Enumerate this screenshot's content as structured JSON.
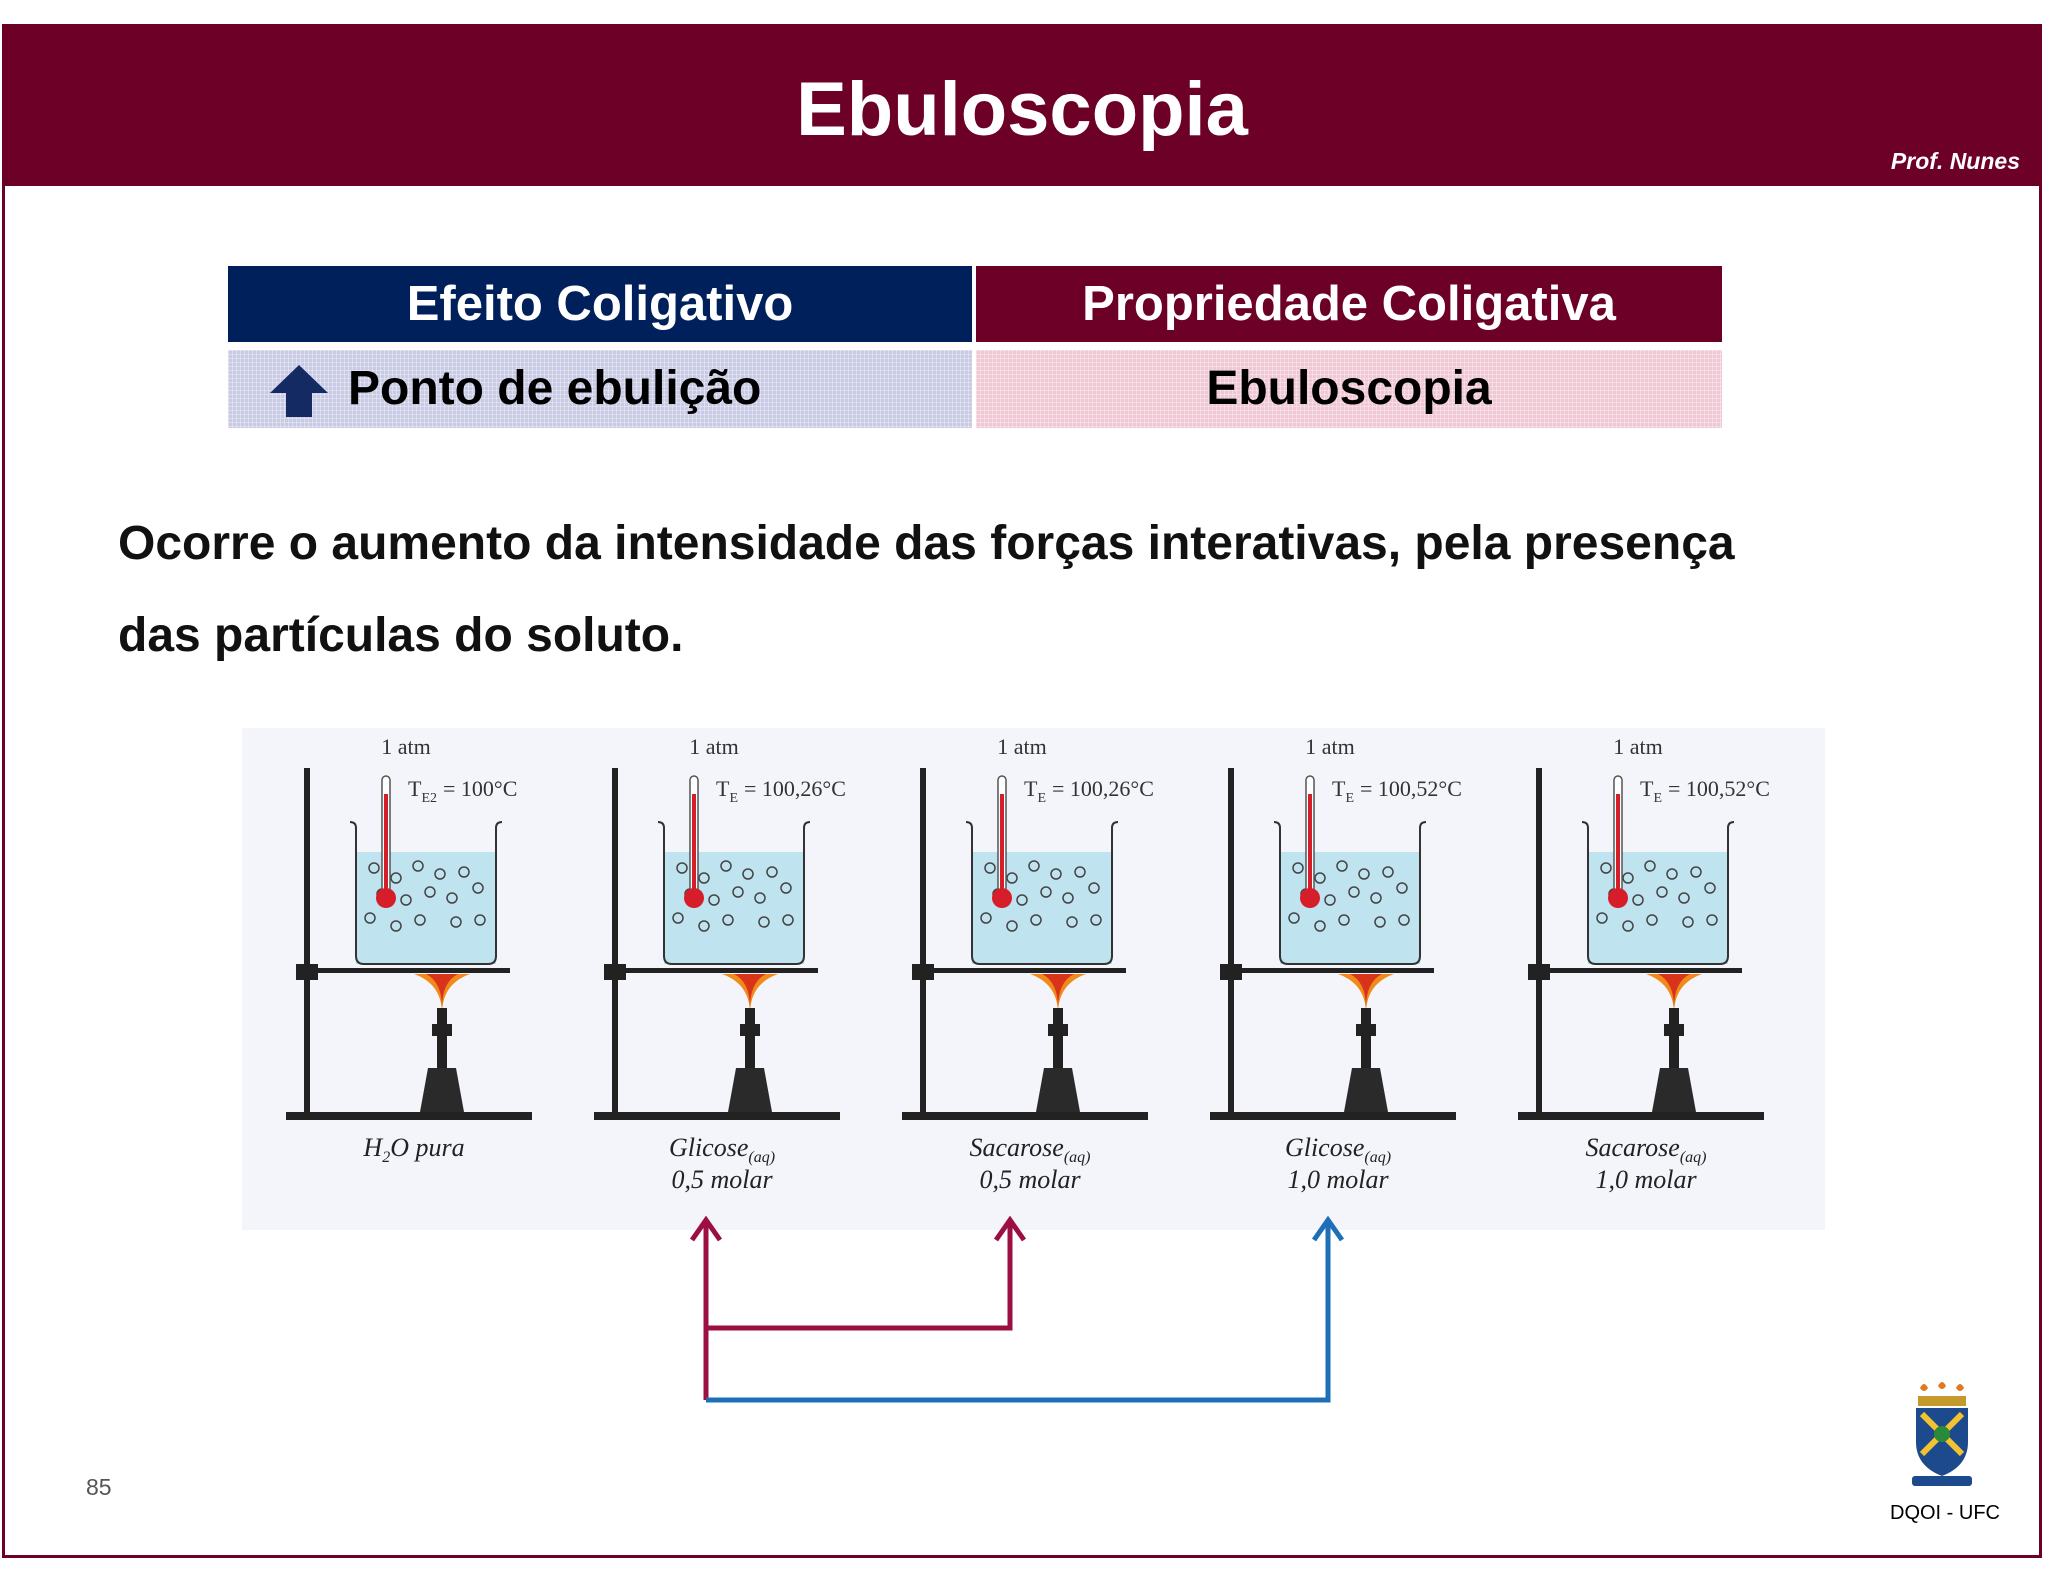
{
  "slide": {
    "title": "Ebuloscopia",
    "author": "Prof. Nunes",
    "page_number": "85",
    "department": "DQOI - UFC"
  },
  "table": {
    "header_left": "Efeito Coligativo",
    "header_right": "Propriedade Coligativa",
    "row_left": "Ponto de ebulição",
    "row_right": "Ebuloscopia",
    "row_left_icon": "up-arrow-icon"
  },
  "body": {
    "line1": "Ocorre o aumento da intensidade das forças interativas, pela presença",
    "line2": "das partículas do soluto."
  },
  "figure": {
    "setups": [
      {
        "pressure": "1 atm",
        "temp_symbol": "T",
        "temp_sub": "E2",
        "temp_value": "= 100°C",
        "solution": "H",
        "solution_sub": "2",
        "solution_rest": "O pura",
        "concentration": ""
      },
      {
        "pressure": "1 atm",
        "temp_symbol": "T",
        "temp_sub": "E",
        "temp_value": "= 100,26°C",
        "solution": "Glicose",
        "solution_sub": "(aq)",
        "solution_rest": "",
        "concentration": "0,5 molar"
      },
      {
        "pressure": "1 atm",
        "temp_symbol": "T",
        "temp_sub": "E",
        "temp_value": "= 100,26°C",
        "solution": "Sacarose",
        "solution_sub": "(aq)",
        "solution_rest": "",
        "concentration": "0,5 molar"
      },
      {
        "pressure": "1 atm",
        "temp_symbol": "T",
        "temp_sub": "E",
        "temp_value": "= 100,52°C",
        "solution": "Glicose",
        "solution_sub": "(aq)",
        "solution_rest": "",
        "concentration": "1,0 molar"
      },
      {
        "pressure": "1 atm",
        "temp_symbol": "T",
        "temp_sub": "E",
        "temp_value": "= 100,52°C",
        "solution": "Sacarose",
        "solution_sub": "(aq)",
        "solution_rest": "",
        "concentration": "1,0 molar"
      }
    ]
  },
  "colors": {
    "brand_red": "#6d0026",
    "brand_blue": "#00205c",
    "arrow_red": "#9b0f43",
    "arrow_blue": "#1e6fb8"
  }
}
